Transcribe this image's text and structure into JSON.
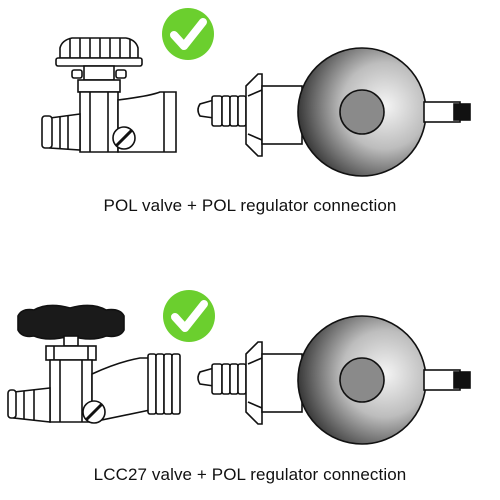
{
  "colors": {
    "check_green": "#6bcf2e",
    "check_mark": "#ffffff",
    "line": "#111111",
    "knob_dark": "#1a1a1a",
    "regulator_dark": "#2b2b2b",
    "regulator_light": "#f2f2f2"
  },
  "diagrams": [
    {
      "caption": "POL valve + POL regulator connection",
      "status_icon": "check-icon",
      "valve_type": "POL valve",
      "regulator_type": "POL regulator"
    },
    {
      "caption": "LCC27 valve + POL regulator connection",
      "status_icon": "check-icon",
      "valve_type": "LCC27 valve",
      "regulator_type": "POL regulator"
    }
  ]
}
